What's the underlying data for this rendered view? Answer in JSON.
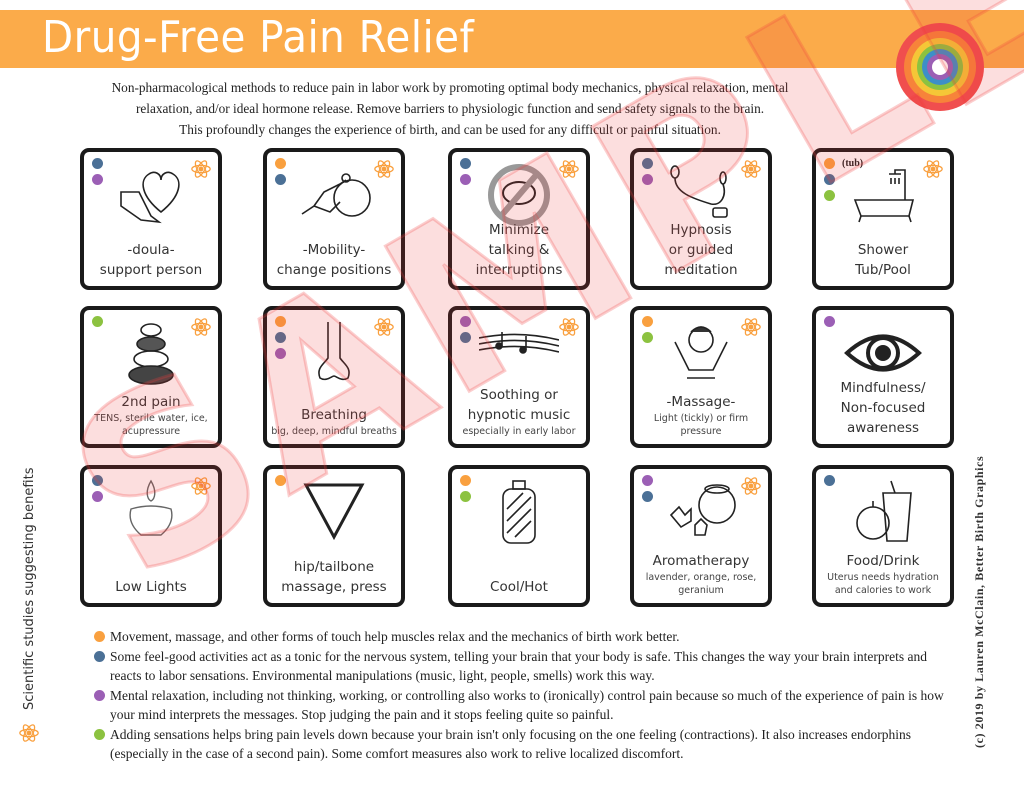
{
  "header": {
    "title": "Drug-Free Pain Relief"
  },
  "intro": [
    "Non-pharmacological methods to reduce pain in labor work by promoting optimal body mechanics, physical relaxation, mental",
    "relaxation, and/or ideal hormone release. Remove barriers to physiologic function and send safety signals to the brain.",
    "This profoundly changes the experience of birth, and can be used for any difficult or painful situation."
  ],
  "colors": {
    "orange": "#f9a03f",
    "blue": "#4b7096",
    "purple": "#9b5fb5",
    "green": "#8cc240",
    "band": "#fbab4a",
    "watermark": "#f03c3c"
  },
  "cards": [
    {
      "title": "-doula-",
      "title2": "support person",
      "sub": "",
      "dots": [
        "blue",
        "purple"
      ],
      "atom": true,
      "icon": "heart-hand"
    },
    {
      "title": "-Mobility-",
      "title2": "change positions",
      "sub": "",
      "dots": [
        "orange",
        "blue"
      ],
      "atom": true,
      "icon": "birth-ball"
    },
    {
      "title": "Minimize",
      "title2": "talking &",
      "title3": "interruptions",
      "sub": "",
      "dots": [
        "blue",
        "purple"
      ],
      "atom": true,
      "icon": "no-talking"
    },
    {
      "title": "Hypnosis",
      "title2": "or guided",
      "title3": "meditation",
      "sub": "",
      "dots": [
        "blue",
        "purple"
      ],
      "atom": true,
      "icon": "earphones"
    },
    {
      "title": "Shower",
      "title2": "Tub/Pool",
      "sub": "",
      "note": "(tub)",
      "dots": [
        "orange",
        "blue",
        "green"
      ],
      "atom": true,
      "icon": "bathtub"
    },
    {
      "title": "2nd pain",
      "sub": "TENS, sterile water, ice, acupressure",
      "dots": [
        "green"
      ],
      "atom": true,
      "icon": "stones"
    },
    {
      "title": "Breathing",
      "sub": "big, deep, mindful breaths",
      "dots": [
        "orange",
        "blue",
        "purple"
      ],
      "atom": true,
      "icon": "nose"
    },
    {
      "title": "Soothing or",
      "title2": "hypnotic music",
      "sub": "especially in early labor",
      "dots": [
        "purple",
        "blue"
      ],
      "atom": true,
      "icon": "music"
    },
    {
      "title": "-Massage-",
      "sub": "Light (tickly) or firm pressure",
      "dots": [
        "orange",
        "green"
      ],
      "atom": true,
      "icon": "massage"
    },
    {
      "title": "Mindfulness/",
      "title2": "Non-focused",
      "title3": "awareness",
      "sub": "",
      "dots": [
        "purple"
      ],
      "atom": false,
      "icon": "eye"
    },
    {
      "title": "Low Lights",
      "sub": "",
      "dots": [
        "blue",
        "purple"
      ],
      "atom": true,
      "icon": "candle"
    },
    {
      "title": "hip/tailbone",
      "title2": "massage, press",
      "sub": "",
      "dots": [
        "orange"
      ],
      "atom": false,
      "icon": "triangle"
    },
    {
      "title": "Cool/Hot",
      "sub": "",
      "dots": [
        "orange",
        "green"
      ],
      "atom": false,
      "icon": "hot-water-bottle"
    },
    {
      "title": "Aromatherapy",
      "sub": "lavender, orange, rose, geranium",
      "dots": [
        "purple",
        "blue"
      ],
      "atom": true,
      "icon": "flowers-orange"
    },
    {
      "title": "Food/Drink",
      "sub": "Uterus needs hydration and calories to work",
      "dots": [
        "blue"
      ],
      "atom": false,
      "icon": "apple-drink"
    }
  ],
  "legend": [
    {
      "color": "orange",
      "text": "Movement, massage, and other forms of touch help muscles relax and the mechanics of birth work better."
    },
    {
      "color": "blue",
      "text": "Some feel-good activities act as a tonic for the nervous system, telling your brain that your body is safe. This changes the way your brain interprets and reacts to labor sensations. Environmental manipulations (music, light, people, smells) work this way."
    },
    {
      "color": "purple",
      "text": "Mental relaxation, including not thinking, working, or controlling also works to (ironically) control pain because so much of the experience of pain is how your mind interprets the messages. Stop judging the pain and it stops feeling quite so painful."
    },
    {
      "color": "green",
      "text": "Adding sensations helps bring pain levels down because your brain isn't only focusing on the one feeling (contractions). It also increases endorphins (especially in the case of a second pain). Some comfort measures also work to relive localized discomfort."
    }
  ],
  "side_left": "Scientific studies suggesting benefits",
  "side_right": "(c) 2019 by Lauren McClain, Better Birth Graphics",
  "watermark": "SAMPLE"
}
